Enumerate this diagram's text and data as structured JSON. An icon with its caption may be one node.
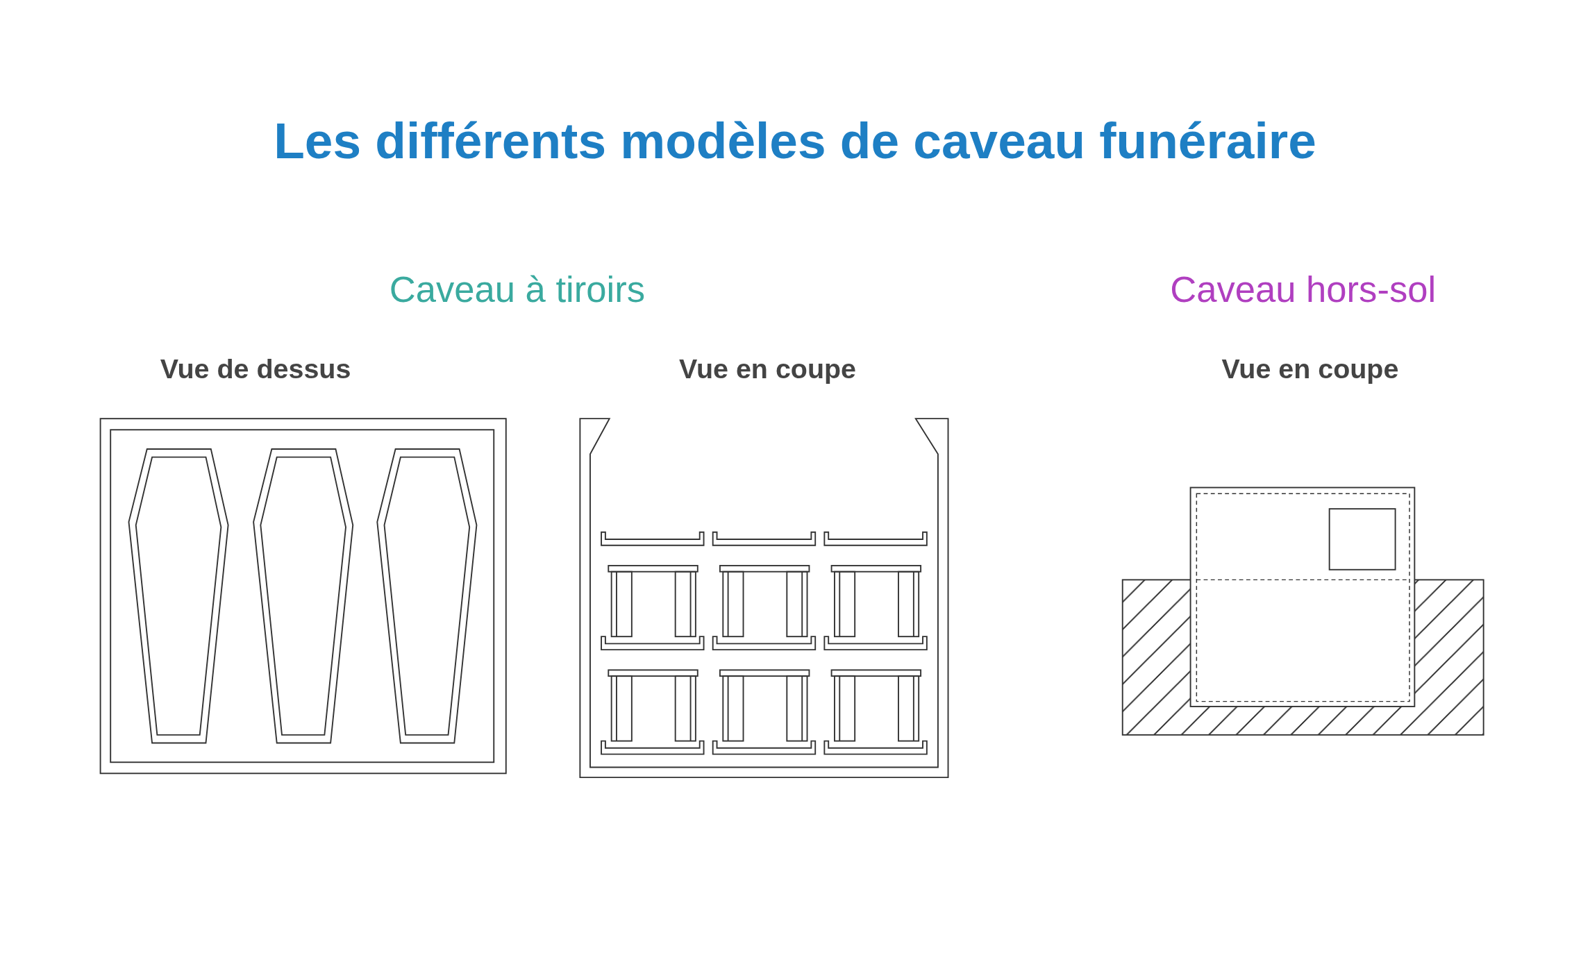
{
  "diagram": {
    "title": "Les différents modèles de caveau funéraire",
    "labels": [
      "Caveau à tiroirs",
      "Caveau hors-sol",
      "Vue de dessus",
      "Vue en coupe",
      "Vue en coupe"
    ]
  }
}
